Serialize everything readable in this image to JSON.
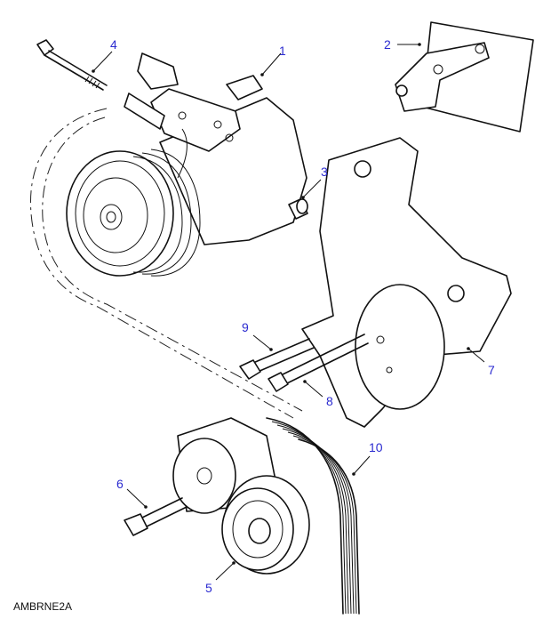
{
  "diagram": {
    "caption": "AMBRNE2A",
    "callout_color": "#2b2bd0",
    "callouts": [
      {
        "id": "1",
        "label": "1",
        "part": "compressor"
      },
      {
        "id": "2",
        "label": "2",
        "part": "heat-shield-plate"
      },
      {
        "id": "3",
        "label": "3",
        "part": "spacer-bush"
      },
      {
        "id": "4",
        "label": "4",
        "part": "long-bolt"
      },
      {
        "id": "5",
        "label": "5",
        "part": "idler-pulley"
      },
      {
        "id": "6",
        "label": "6",
        "part": "tensioner-bolt"
      },
      {
        "id": "7",
        "label": "7",
        "part": "mounting-bracket"
      },
      {
        "id": "8",
        "label": "8",
        "part": "bracket-bolt-long"
      },
      {
        "id": "9",
        "label": "9",
        "part": "bracket-bolt-short"
      },
      {
        "id": "10",
        "label": "10",
        "part": "drive-belt"
      }
    ]
  }
}
